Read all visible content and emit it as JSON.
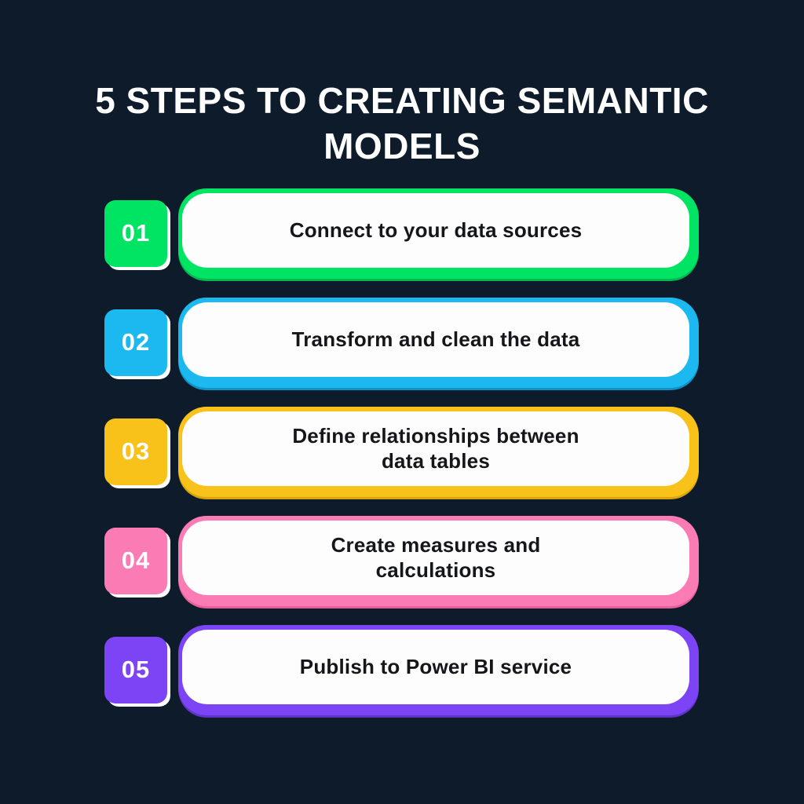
{
  "page": {
    "background": "#0D1B2B",
    "title": "5 STEPS TO CREATING SEMANTIC\nMODELS",
    "title_color": "#FFFFFF",
    "label_text_color": "#15161A",
    "pill_fill_color": "#FDFDFD",
    "badge_shadow_color": "#FFFFFF"
  },
  "steps": [
    {
      "number": "01",
      "label": "Connect to your data sources",
      "color": "#00E464",
      "color_dark": "#00B84F"
    },
    {
      "number": "02",
      "label": "Transform and clean the data",
      "color": "#1CB8F0",
      "color_dark": "#0F93C6"
    },
    {
      "number": "03",
      "label": "Define relationships between\ndata tables",
      "color": "#F9C21A",
      "color_dark": "#D9A40E"
    },
    {
      "number": "04",
      "label": "Create measures and\ncalculations",
      "color": "#FB7CB5",
      "color_dark": "#E75F9E"
    },
    {
      "number": "05",
      "label": "Publish to Power BI service",
      "color": "#7C44F5",
      "color_dark": "#6233C9"
    }
  ]
}
